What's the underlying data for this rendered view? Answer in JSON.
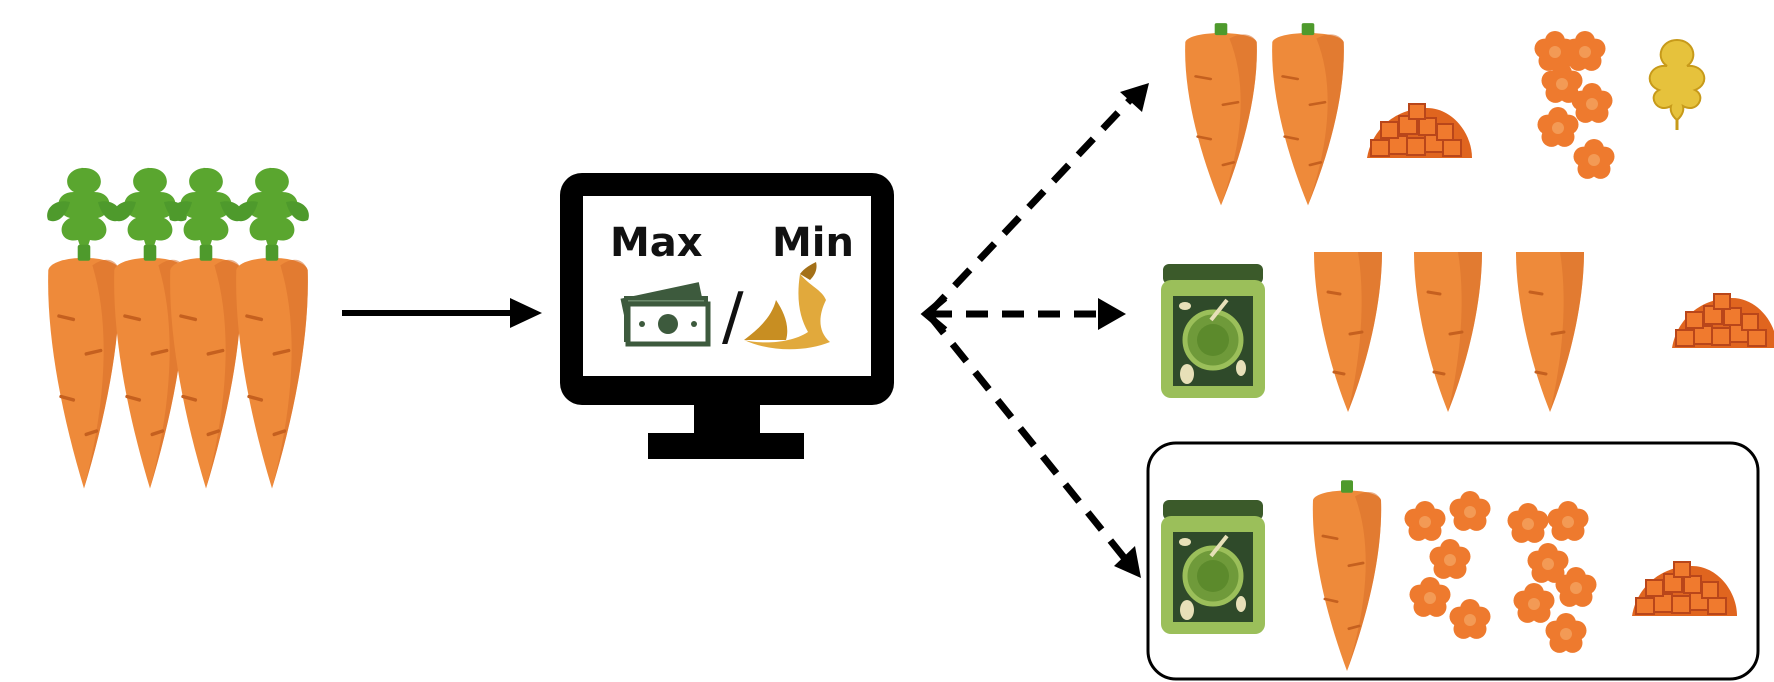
{
  "monitor": {
    "max_label": "Max",
    "min_label": "Min",
    "separator": "/",
    "max_icon": "money-bills-icon",
    "min_icon": "banana-peel-waste-icon"
  },
  "input": {
    "icon": "carrot-bunch-icon",
    "count": 4
  },
  "outcomes": [
    {
      "items": [
        "whole-carrot",
        "whole-carrot",
        "diced-carrot-pile",
        "carrot-flower-slices",
        "carrot-leaves"
      ],
      "highlighted": false
    },
    {
      "items": [
        "pickle-jar",
        "carrot-stick",
        "carrot-stick",
        "carrot-stick",
        "diced-carrot-pile"
      ],
      "highlighted": false
    },
    {
      "items": [
        "pickle-jar",
        "whole-carrot",
        "carrot-flower-slices",
        "carrot-flower-slices",
        "diced-carrot-pile"
      ],
      "highlighted": true
    }
  ],
  "colors": {
    "carrot": "#ee8a3a",
    "carrot_dark": "#d8702a",
    "leaf": "#4e9a2c",
    "jar": "#9bbf5a",
    "jar_lid": "#3b5a2a",
    "money": "#3d5a3d",
    "banana": "#e1a93c",
    "ink": "#000000"
  }
}
